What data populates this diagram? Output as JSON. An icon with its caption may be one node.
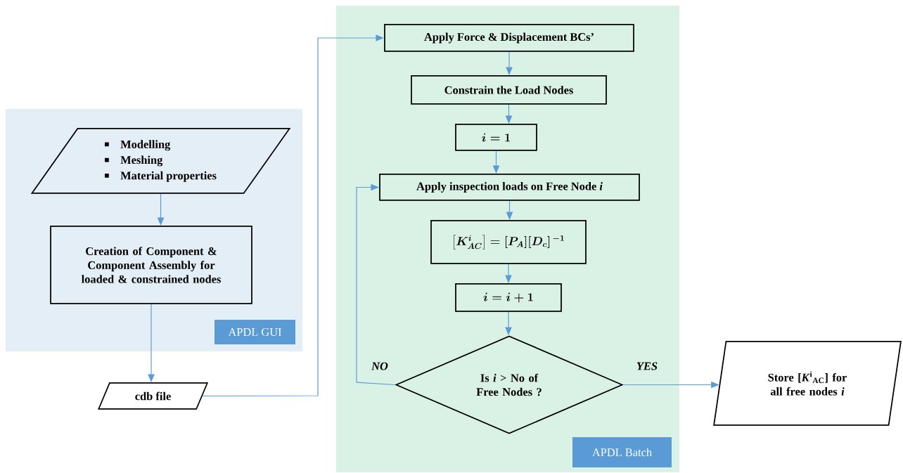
{
  "diagram": {
    "nodes": [
      {
        "text": [
          "APDL GUI"
        ]
      },
      {
        "text": [
          "Modelling",
          "Meshing",
          "Material properties"
        ],
        "in": 0
      },
      {
        "text": [
          "Creation of Component & Component Assembly for loaded & constrained nodes"
        ],
        "in": 0
      },
      {
        "text": [
          "cdb file"
        ]
      },
      {
        "text": [
          "APDL Batch"
        ]
      },
      {
        "text": [
          "Apply Force & Displacement BCs’"
        ],
        "in": 4
      },
      {
        "text": [
          "Constrain the Load Nodes"
        ],
        "in": 4
      },
      {
        "text": [
          "i = 1"
        ],
        "in": 4
      },
      {
        "text": [
          "Apply inspection loads on Free Node *i*"
        ],
        "in": 4
      },
      {
        "text": [
          "\\left[K_{AC}^{i}\\right] = [P_A][D_c]^{\\,-1}"
        ],
        "in": 4
      },
      {
        "text": [
          "i = i + 1"
        ],
        "in": 4
      },
      {
        "text": [
          "Is *i* > No of Free Nodes ?"
        ],
        "in": 4
      },
      {
        "text": [
          "Store [*K*$^{i}$$_{AC}$] for all free nodes *i*"
        ]
      }
    ],
    "edges": [
      {
        "from": 1,
        "to": 2,
        "arrow": "to"
      },
      {
        "from": 2,
        "to": 3,
        "arrow": "to"
      },
      {
        "from": 3,
        "to": 5,
        "arrow": "to"
      },
      {
        "from": 5,
        "to": 6,
        "arrow": "to"
      },
      {
        "from": 6,
        "to": 7,
        "arrow": "to"
      },
      {
        "from": 7,
        "to": 8,
        "arrow": "to"
      },
      {
        "from": 8,
        "to": 9,
        "arrow": "to"
      },
      {
        "from": 9,
        "to": 10,
        "arrow": "to"
      },
      {
        "from": 10,
        "to": 11,
        "arrow": "to"
      },
      {
        "from": 11,
        "to": 8,
        "arrow": "to",
        "label": "NO"
      },
      {
        "from": 11,
        "to": 12,
        "arrow": "to",
        "label": "YES"
      }
    ]
  }
}
